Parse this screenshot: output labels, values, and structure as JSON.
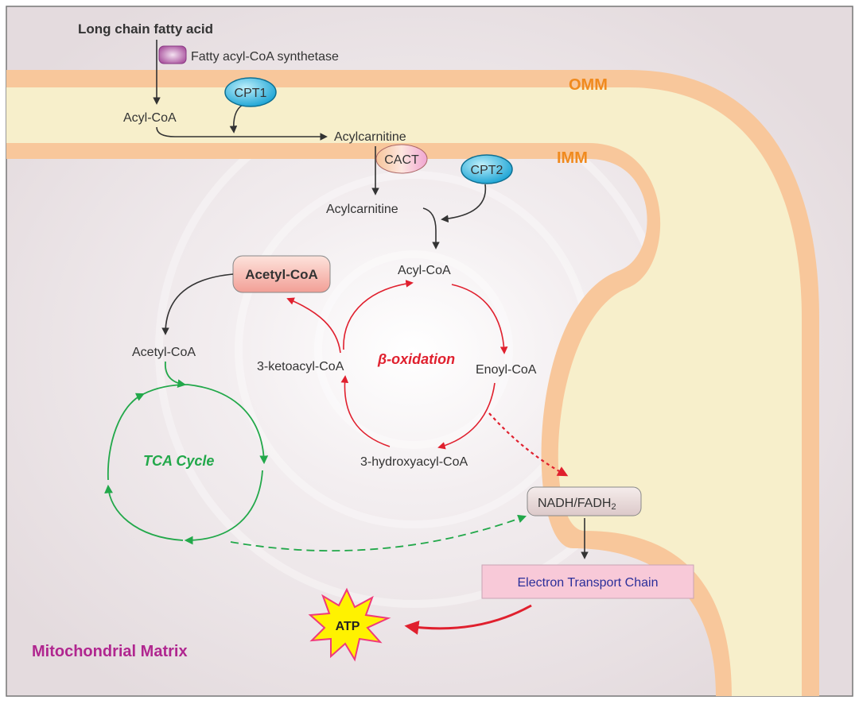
{
  "labels": {
    "long_chain_fatty_acid": "Long chain fatty acid",
    "fatty_acyl_coa_synthetase": "Fatty acyl-CoA synthetase",
    "omm": "OMM",
    "imm": "IMM",
    "cpt1": "CPT1",
    "cpt2": "CPT2",
    "cact": "CACT",
    "acyl_coa_outer": "Acyl-CoA",
    "acylcarnitine_outer": "Acylcarnitine",
    "acylcarnitine_inner": "Acylcarnitine",
    "acyl_coa_inner": "Acyl-CoA",
    "acetyl_coa_box": "Acetyl-CoA",
    "acetyl_coa": "Acetyl-CoA",
    "ketoacyl_coa": "3-ketoacyl-CoA",
    "beta_oxidation": "β-oxidation",
    "enoyl_coa": "Enoyl-CoA",
    "hydroxyacyl_coa": "3-hydroxyacyl-CoA",
    "tca_cycle": "TCA Cycle",
    "nadh": "NADH/FADH",
    "nadh_sub": "2",
    "etc": "Electron Transport Chain",
    "atp": "ATP",
    "matrix": "Mitochondrial Matrix"
  },
  "colors": {
    "membrane": "#f8c79b",
    "intermembrane": "#f7efcb",
    "matrix_bg": "#e9e1e3",
    "beta_red": "#e0202e",
    "tca_green": "#22a84a",
    "omm_orange": "#f08a1e",
    "matrix_purple": "#b0268f",
    "etc_blue": "#2b2f9a",
    "cpt_blue": "#1aa6d6"
  }
}
